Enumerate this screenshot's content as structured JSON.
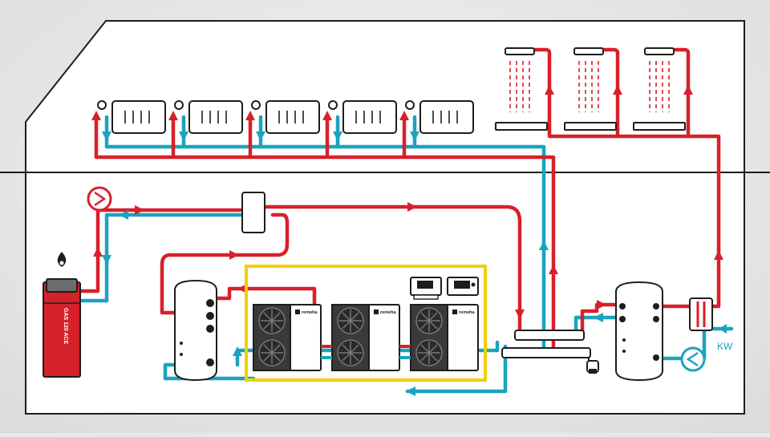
{
  "colors": {
    "flow": "#d8202a",
    "return": "#1ba3bf",
    "outline": "#1d1d1b",
    "enclosure": "#f2cf00",
    "boiler": "#d52128",
    "background": "#e9e9e9"
  },
  "boiler": {
    "label": "GAS 120 ACE"
  },
  "heat_pumps": [
    {
      "brand": "remeha"
    },
    {
      "brand": "remeha"
    },
    {
      "brand": "remeha"
    }
  ],
  "cold_water": {
    "label": "KW"
  },
  "icons": [
    "flame-icon",
    "pump-icon",
    "radiator-icon",
    "shower-icon",
    "fan-icon",
    "controller-icon"
  ]
}
